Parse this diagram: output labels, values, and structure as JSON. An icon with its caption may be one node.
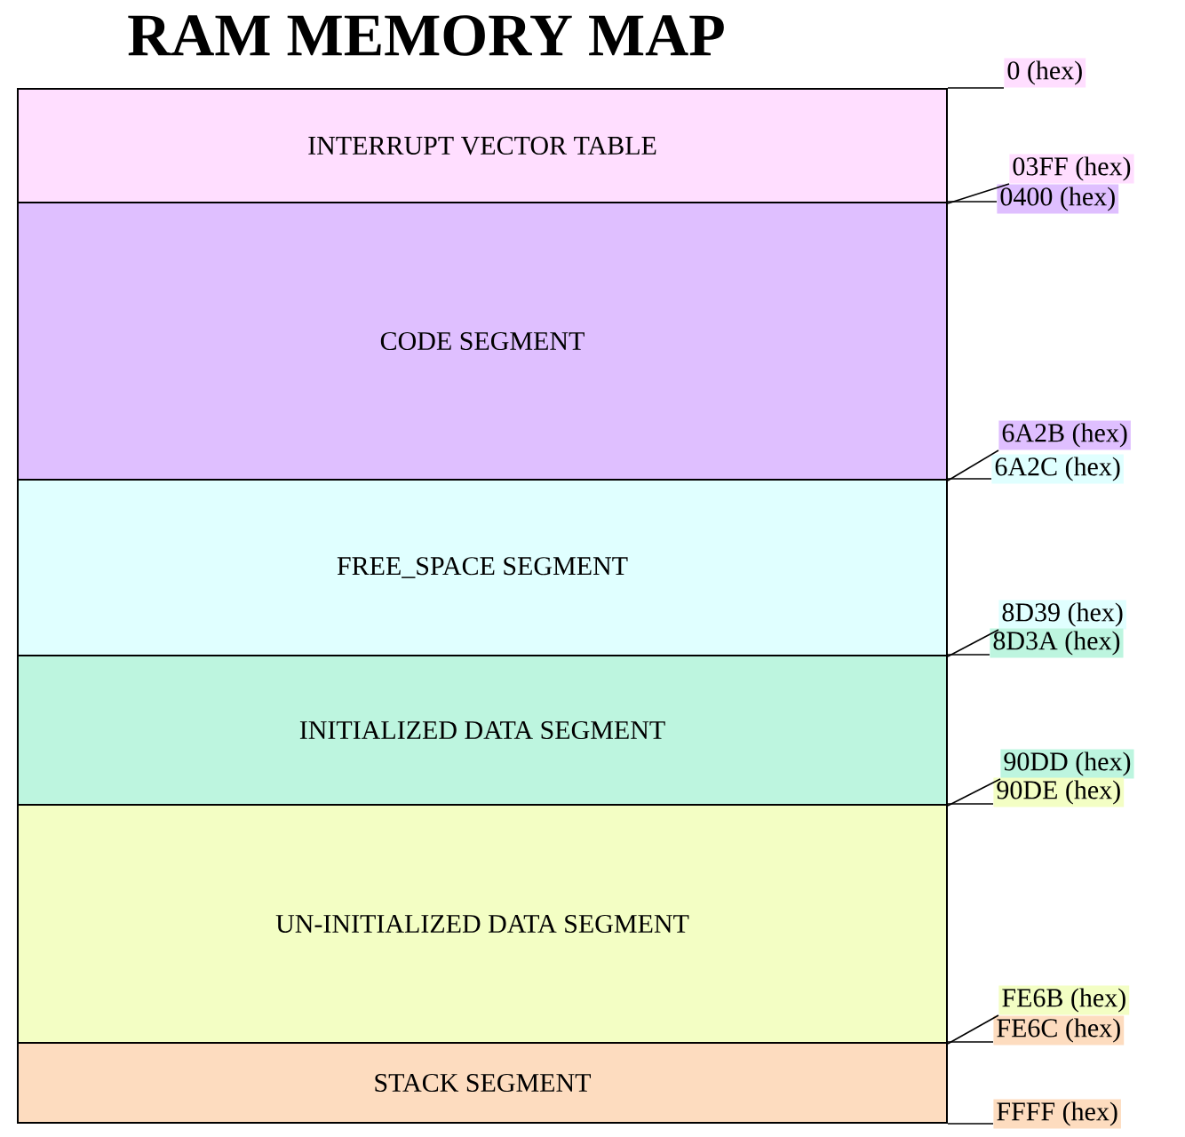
{
  "diagram": {
    "title": "RAM MEMORY MAP",
    "nodes": [
      {
        "text": [
          "INTERRUPT VECTOR TABLE"
        ]
      },
      {
        "text": [
          "CODE SEGMENT"
        ]
      },
      {
        "text": [
          "FREE_SPACE SEGMENT"
        ]
      },
      {
        "text": [
          "INITIALIZED DATA SEGMENT"
        ]
      },
      {
        "text": [
          "UN-INITIALIZED DATA SEGMENT"
        ]
      },
      {
        "text": [
          "STACK SEGMENT"
        ]
      },
      {
        "text": [
          "0 (hex)"
        ]
      },
      {
        "text": [
          "03FF (hex)"
        ]
      },
      {
        "text": [
          "0400 (hex)"
        ]
      },
      {
        "text": [
          "6A2B (hex)"
        ]
      },
      {
        "text": [
          "6A2C (hex)"
        ]
      },
      {
        "text": [
          "8D39 (hex)"
        ]
      },
      {
        "text": [
          "8D3A (hex)"
        ]
      },
      {
        "text": [
          "90DD (hex)"
        ]
      },
      {
        "text": [
          "90DE (hex)"
        ]
      },
      {
        "text": [
          "FE6B (hex)"
        ]
      },
      {
        "text": [
          "FE6C (hex)"
        ]
      },
      {
        "text": [
          "FFFF (hex)"
        ]
      }
    ],
    "edges": [
      {
        "from": 6,
        "to": 0,
        "arrow": "none"
      },
      {
        "from": 7,
        "to": 0,
        "arrow": "none"
      },
      {
        "from": 8,
        "to": 1,
        "arrow": "none"
      },
      {
        "from": 9,
        "to": 1,
        "arrow": "none"
      },
      {
        "from": 10,
        "to": 2,
        "arrow": "none"
      },
      {
        "from": 11,
        "to": 2,
        "arrow": "none"
      },
      {
        "from": 12,
        "to": 3,
        "arrow": "none"
      },
      {
        "from": 13,
        "to": 3,
        "arrow": "none"
      },
      {
        "from": 14,
        "to": 4,
        "arrow": "none"
      },
      {
        "from": 15,
        "to": 4,
        "arrow": "none"
      },
      {
        "from": 16,
        "to": 5,
        "arrow": "none"
      },
      {
        "from": 17,
        "to": 5,
        "arrow": "none"
      }
    ]
  }
}
